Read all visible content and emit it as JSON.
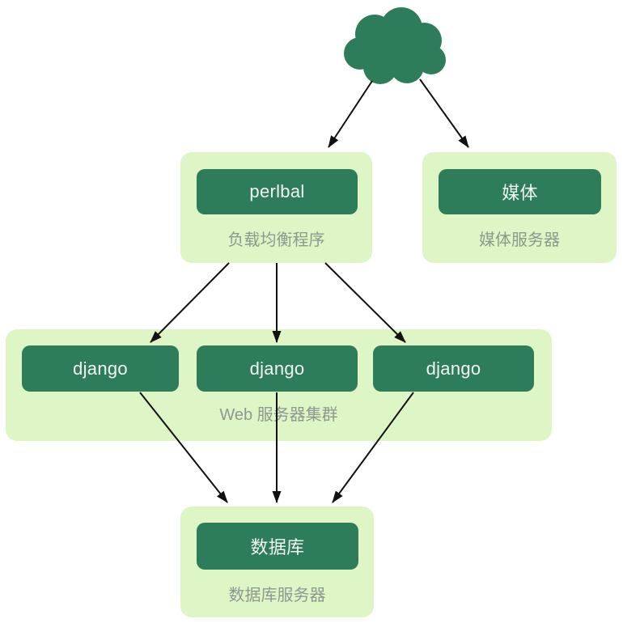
{
  "diagram": {
    "title_hint": "django-deployment-architecture",
    "cloud": {
      "name": "internet-cloud"
    },
    "nodes": {
      "load_balancer": {
        "box_label": "perlbal",
        "caption": "负载均衡程序"
      },
      "media": {
        "box_label": "媒体",
        "caption": "媒体服务器"
      },
      "web_cluster": {
        "boxes": [
          "django",
          "django",
          "django"
        ],
        "caption": "Web 服务器集群"
      },
      "database": {
        "box_label": "数据库",
        "caption": "数据库服务器"
      }
    },
    "colors": {
      "node_fill": "#2e7d5a",
      "container_fill": "#def5c5",
      "node_text": "#f2f8f1",
      "caption_text": "#8d998f",
      "arrow": "#111111",
      "background": "#ffffff"
    }
  }
}
